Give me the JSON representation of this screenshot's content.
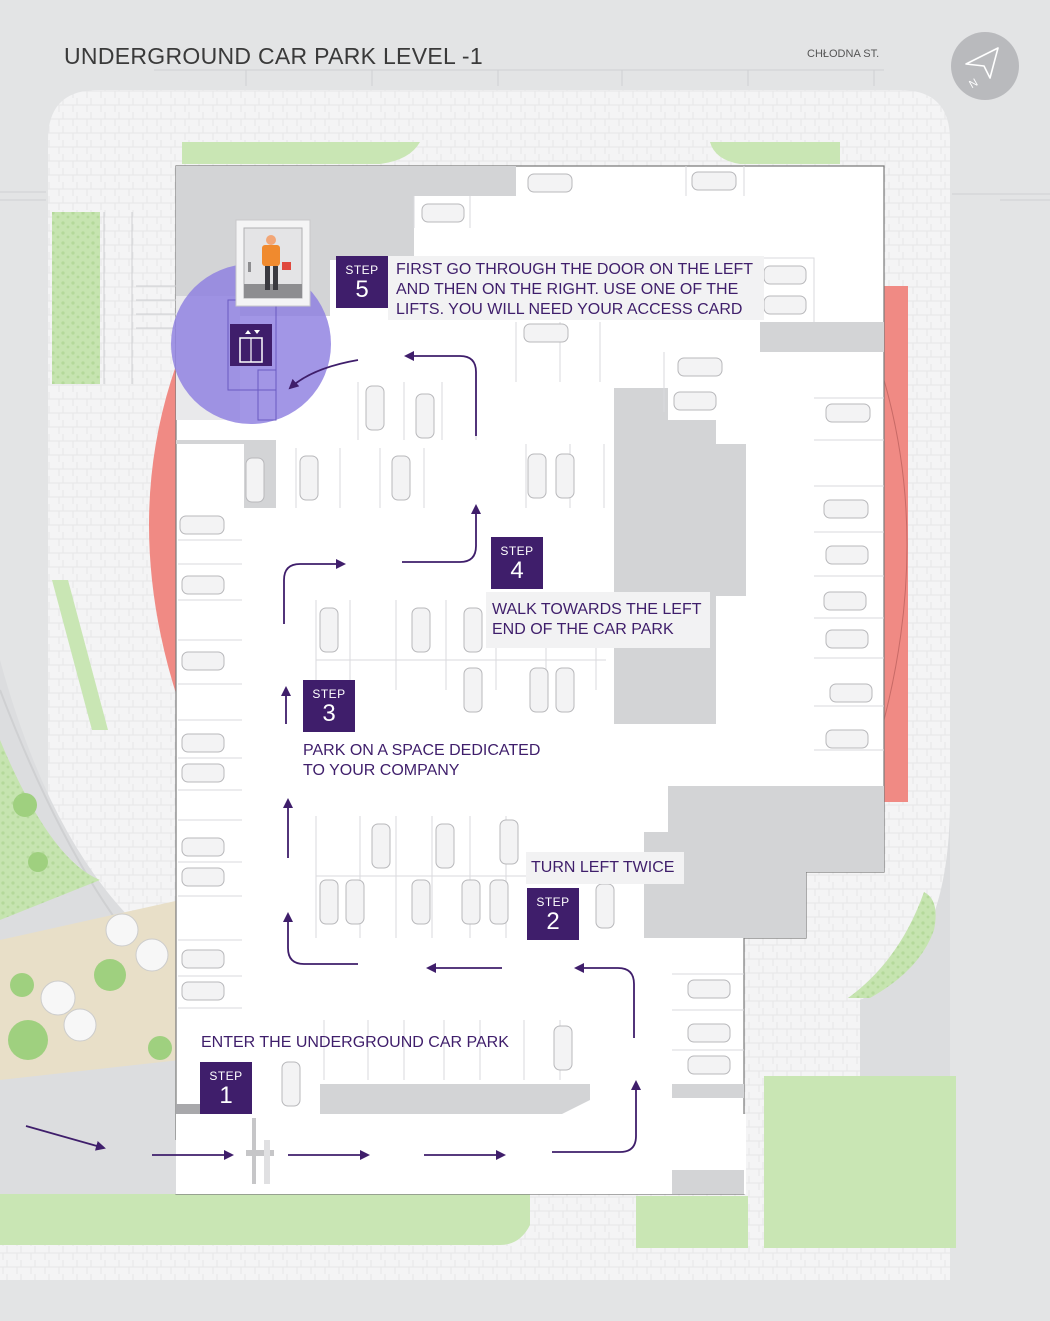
{
  "title": "UNDERGROUND CAR PARK LEVEL -1",
  "street_label": "CHŁODNA ST.",
  "compass": {
    "icon": "north-arrow-icon",
    "label": "N"
  },
  "colors": {
    "accent": "#3f1e6b",
    "lift_zone": "#8e7fe0",
    "ramp": "#f08a84",
    "green": "#c9e6b4",
    "road": "#dcdddf",
    "floor": "#ffffff",
    "block": "#d3d4d6"
  },
  "step_word": "STEP",
  "steps": [
    {
      "number": "1",
      "lines": [
        "ENTER THE UNDERGROUND CAR PARK"
      ]
    },
    {
      "number": "2",
      "lines": [
        "TURN LEFT TWICE"
      ]
    },
    {
      "number": "3",
      "lines": [
        "PARK ON A SPACE DEDICATED",
        "TO YOUR COMPANY"
      ]
    },
    {
      "number": "4",
      "lines": [
        "WALK TOWARDS THE LEFT",
        "END OF THE CAR PARK"
      ]
    },
    {
      "number": "5",
      "lines": [
        "FIRST GO THROUGH THE DOOR ON THE LEFT",
        "AND THEN ON THE RIGHT. USE ONE OF THE",
        "LIFTS. YOU WILL NEED YOUR ACCESS CARD"
      ]
    }
  ]
}
